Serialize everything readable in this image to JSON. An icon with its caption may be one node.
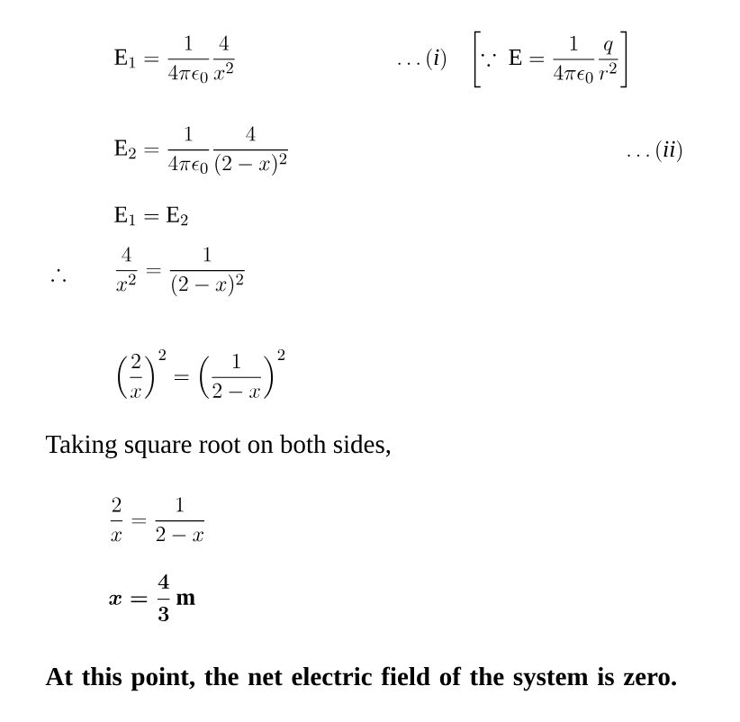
{
  "diagram": {
    "labels": [
      "\\mathrm{E}_1 = \\frac{1}{4\\pi \\epsilon_0}\\frac{4}{x^2}",
      "\\ldots(\\mathit{i})",
      "\\left[\\because\\ \\mathrm{E} = \\frac{1}{4\\pi \\epsilon_0}\\frac{q}{r^2}\\right]",
      "\\mathrm{E}_2 = \\frac{1}{4\\pi \\epsilon_0}\\frac{4}{(2-x)^2}",
      "\\ldots(\\mathit{ii})",
      "\\mathrm{E}_1 = \\mathrm{E}_2",
      "\\therefore",
      "\\frac{4}{x^2} = \\frac{1}{(2-x)^2}",
      "\\left(\\frac{2}{x}\\right)^2 = \\left(\\frac{1}{2-x}\\right)^2",
      "Taking square root on both sides,",
      "\\frac{2}{x} = \\frac{1}{2-x}",
      "\\boldsymbol{x = \\frac{4}{3}\\,\\mathrm{m}}",
      "At this point, the net electric field of the system is zero."
    ]
  }
}
